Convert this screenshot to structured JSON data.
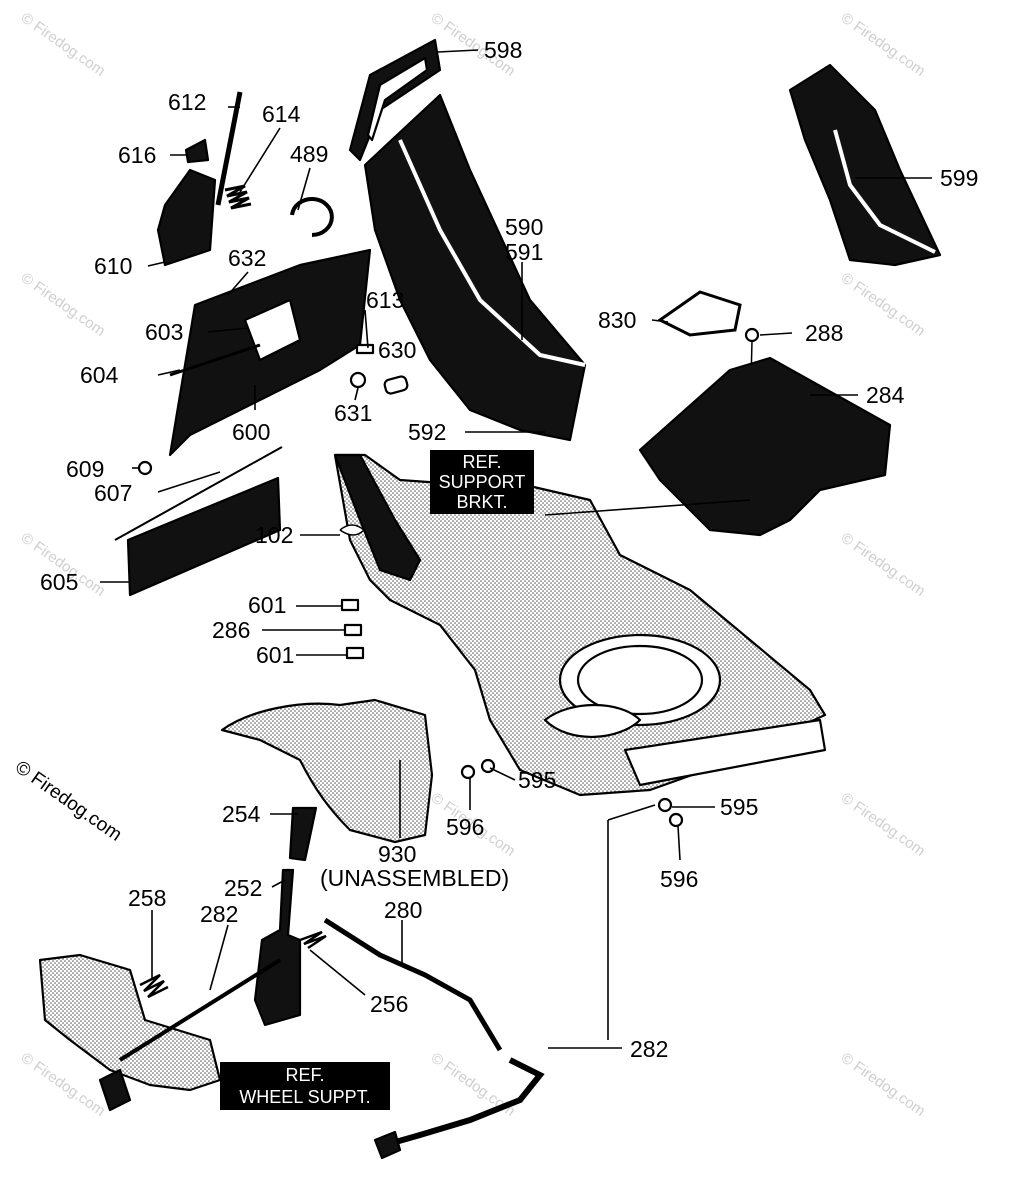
{
  "labels": {
    "p598": "598",
    "p612": "612",
    "p614": "614",
    "p489": "489",
    "p616": "616",
    "p599": "599",
    "p590": "590",
    "p591": "591",
    "p610": "610",
    "p632": "632",
    "p613": "613",
    "p830": "830",
    "p288": "288",
    "p603": "603",
    "p630": "630",
    "p604": "604",
    "p284": "284",
    "p600": "600",
    "p631": "631",
    "p592": "592",
    "p609": "609",
    "p607": "607",
    "p102": "102",
    "p605": "605",
    "p601a": "601",
    "p286": "286",
    "p601b": "601",
    "p595a": "595",
    "p596a": "596",
    "p595b": "595",
    "p596b": "596",
    "p254": "254",
    "p930": "930",
    "unassembled": "(UNASSEMBLED)",
    "p252": "252",
    "p258": "258",
    "p282a": "282",
    "p280": "280",
    "p256": "256",
    "p282b": "282"
  },
  "refs": {
    "support_line1": "REF.",
    "support_line2": "SUPPORT",
    "support_line3": "BRKT.",
    "wheel_line1": "REF.",
    "wheel_line2": "WHEEL SUPPT."
  },
  "watermark": "© Firedog.com"
}
